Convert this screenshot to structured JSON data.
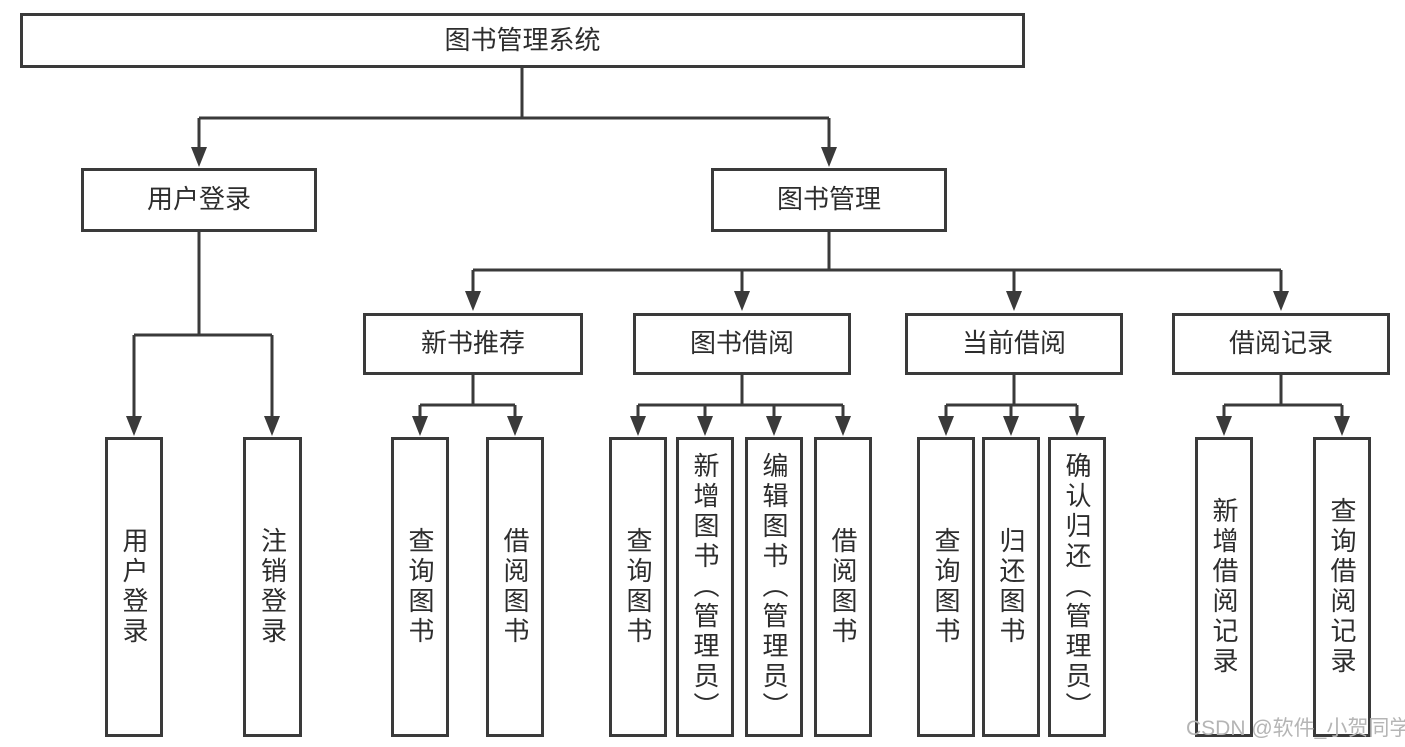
{
  "tree": {
    "root": {
      "label": "图书管理系统",
      "children": [
        {
          "label": "用户登录",
          "children": [
            {
              "label": "用户登录"
            },
            {
              "label": "注销登录"
            }
          ]
        },
        {
          "label": "图书管理",
          "children": [
            {
              "label": "新书推荐",
              "children": [
                {
                  "label": "查询图书"
                },
                {
                  "label": "借阅图书"
                }
              ]
            },
            {
              "label": "图书借阅",
              "children": [
                {
                  "label": "查询图书"
                },
                {
                  "label": "新增图书（管理员）"
                },
                {
                  "label": "编辑图书（管理员）"
                },
                {
                  "label": "借阅图书"
                }
              ]
            },
            {
              "label": "当前借阅",
              "children": [
                {
                  "label": "查询图书"
                },
                {
                  "label": "归还图书"
                },
                {
                  "label": "确认归还（管理员）"
                }
              ]
            },
            {
              "label": "借阅记录",
              "children": [
                {
                  "label": "新增借阅记录"
                },
                {
                  "label": "查询借阅记录"
                }
              ]
            }
          ]
        }
      ]
    }
  },
  "watermark": "CSDN @软件_小贺同学",
  "colors": {
    "line": "#3a3a3a",
    "text": "#2d2d2d",
    "watermark": "#b5b5b5",
    "background": "#ffffff"
  }
}
